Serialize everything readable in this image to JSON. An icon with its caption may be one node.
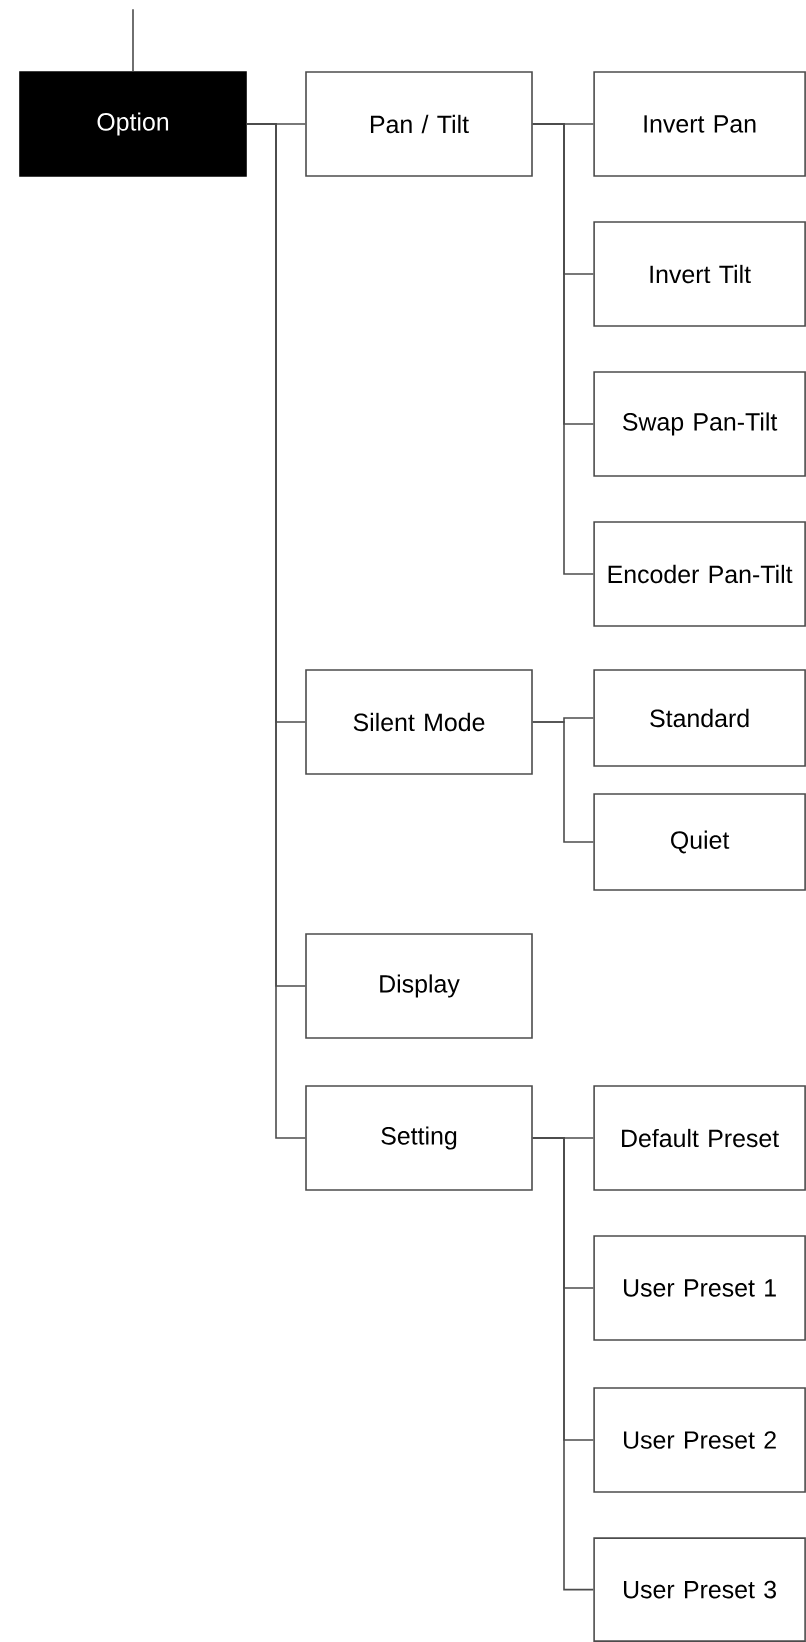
{
  "diagram": {
    "nodes": [
      {
        "text": [
          "Option"
        ]
      },
      {
        "text": [
          "Pan / Tilt"
        ]
      },
      {
        "text": [
          "Invert Pan"
        ]
      },
      {
        "text": [
          "Invert Tilt"
        ]
      },
      {
        "text": [
          "Swap Pan-Tilt"
        ]
      },
      {
        "text": [
          "Encoder Pan-Tilt"
        ]
      },
      {
        "text": [
          "Silent Mode"
        ]
      },
      {
        "text": [
          "Standard"
        ]
      },
      {
        "text": [
          "Quiet"
        ]
      },
      {
        "text": [
          "Display"
        ]
      },
      {
        "text": [
          "Setting"
        ]
      },
      {
        "text": [
          "Default Preset"
        ]
      },
      {
        "text": [
          "User Preset 1"
        ]
      },
      {
        "text": [
          "User Preset 2"
        ]
      },
      {
        "text": [
          "User Preset 3"
        ]
      }
    ],
    "edges": [
      {
        "from": null,
        "to": 0,
        "arrow": "none"
      },
      {
        "from": 0,
        "to": 1,
        "arrow": "none"
      },
      {
        "from": 1,
        "to": 2,
        "arrow": "none"
      },
      {
        "from": 1,
        "to": 3,
        "arrow": "none"
      },
      {
        "from": 1,
        "to": 4,
        "arrow": "none"
      },
      {
        "from": 1,
        "to": 5,
        "arrow": "none"
      },
      {
        "from": 0,
        "to": 6,
        "arrow": "none"
      },
      {
        "from": 6,
        "to": 7,
        "arrow": "none"
      },
      {
        "from": 6,
        "to": 8,
        "arrow": "none"
      },
      {
        "from": 0,
        "to": 9,
        "arrow": "none"
      },
      {
        "from": 0,
        "to": 10,
        "arrow": "none"
      },
      {
        "from": 10,
        "to": 11,
        "arrow": "none"
      },
      {
        "from": 10,
        "to": 12,
        "arrow": "none"
      },
      {
        "from": 10,
        "to": 13,
        "arrow": "none"
      },
      {
        "from": 10,
        "to": 14,
        "arrow": "none"
      }
    ]
  }
}
